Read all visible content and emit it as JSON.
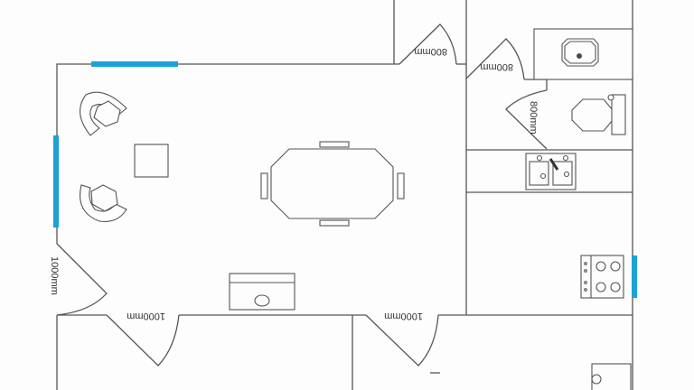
{
  "title": "Floor plan",
  "colors": {
    "window": "#1aa3d4",
    "line": "#555555"
  },
  "labels": {
    "door_top_left": "800mm",
    "door_top_right": "800mm",
    "door_toilet": "800mm",
    "door_left": "1000mm",
    "door_bottom_left": "1000mm",
    "door_bottom_right": "1000mm"
  }
}
